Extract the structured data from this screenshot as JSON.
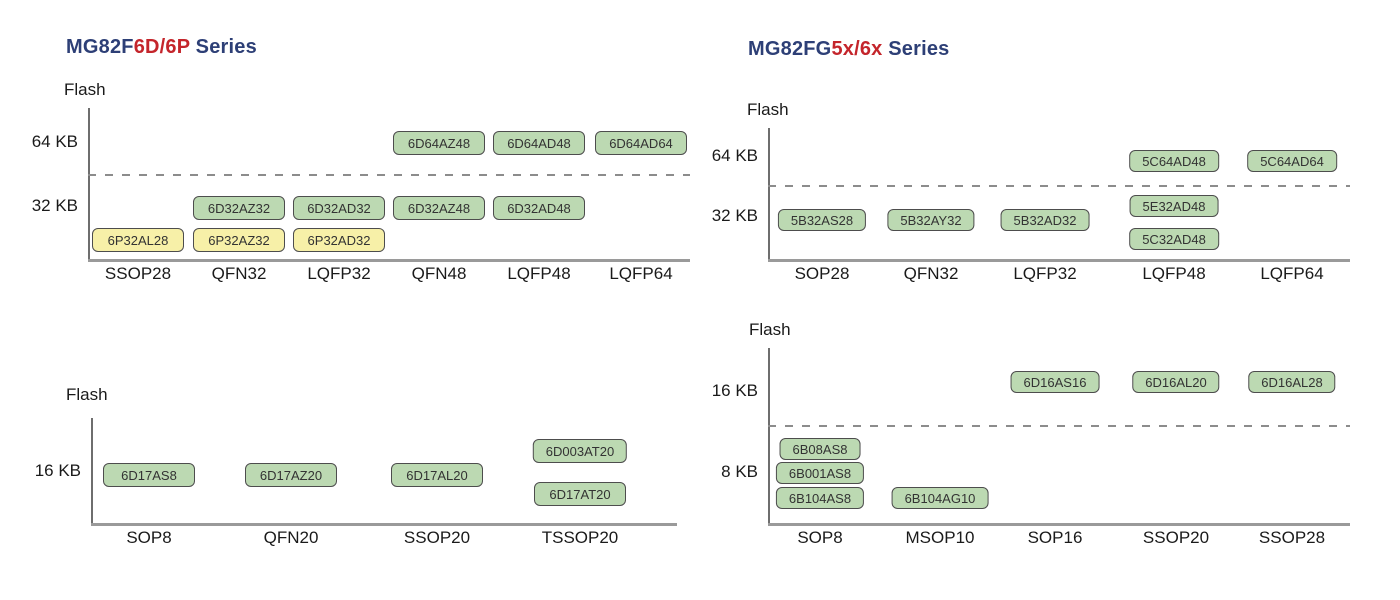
{
  "colors": {
    "title_navy": "#2D3F76",
    "title_red": "#C4252B",
    "green_box_fill": "#BCD9B2",
    "yellow_box_fill": "#F7F0A8",
    "box_border": "#4D4D4D",
    "box_text": "#333333",
    "axis_gray": "#9A9A9A",
    "dash_gray": "#8C8C8C",
    "label_black": "#1A1A1A"
  },
  "chart_data": [
    {
      "id": "tl",
      "type": "scatter",
      "title_segments": [
        {
          "text": "MG82F",
          "color": "#2D3F76"
        },
        {
          "text": "6D/6P",
          "color": "#C4252B"
        },
        {
          "text": " Series",
          "color": "#2D3F76"
        }
      ],
      "ylabel": "Flash",
      "y_ticks": [
        "64 KB",
        "32 KB"
      ],
      "categories": [
        "SSOP28",
        "QFN32",
        "LQFP32",
        "QFN48",
        "LQFP48",
        "LQFP64"
      ],
      "dashed_threshold": "between 32 KB and 64 KB",
      "legend": "green = 6D parts, yellow = 6P parts",
      "points": [
        {
          "part": "6D64AZ48",
          "package": "QFN48",
          "flash_kb": 64,
          "color": "green",
          "row": "k64"
        },
        {
          "part": "6D64AD48",
          "package": "LQFP48",
          "flash_kb": 64,
          "color": "green",
          "row": "k64"
        },
        {
          "part": "6D64AD64",
          "package": "LQFP64",
          "flash_kb": 64,
          "color": "green",
          "row": "k64"
        },
        {
          "part": "6D32AZ32",
          "package": "QFN32",
          "flash_kb": 32,
          "color": "green",
          "row": "k32"
        },
        {
          "part": "6D32AD32",
          "package": "LQFP32",
          "flash_kb": 32,
          "color": "green",
          "row": "k32"
        },
        {
          "part": "6D32AZ48",
          "package": "QFN48",
          "flash_kb": 32,
          "color": "green",
          "row": "k32"
        },
        {
          "part": "6D32AD48",
          "package": "LQFP48",
          "flash_kb": 32,
          "color": "green",
          "row": "k32"
        },
        {
          "part": "6P32AL28",
          "package": "SSOP28",
          "flash_kb": 32,
          "color": "yellow",
          "row": "k32p"
        },
        {
          "part": "6P32AZ32",
          "package": "QFN32",
          "flash_kb": 32,
          "color": "yellow",
          "row": "k32p"
        },
        {
          "part": "6P32AD32",
          "package": "LQFP32",
          "flash_kb": 32,
          "color": "yellow",
          "row": "k32p"
        }
      ]
    },
    {
      "id": "tr",
      "type": "scatter",
      "title_segments": [
        {
          "text": "MG82FG",
          "color": "#2D3F76"
        },
        {
          "text": "5x/6x",
          "color": "#C4252B"
        },
        {
          "text": " Series",
          "color": "#2D3F76"
        }
      ],
      "ylabel": "Flash",
      "y_ticks": [
        "64 KB",
        "32 KB"
      ],
      "categories": [
        "SOP28",
        "QFN32",
        "LQFP32",
        "LQFP48",
        "LQFP64"
      ],
      "dashed_threshold": "between 32 KB and 64 KB",
      "points": [
        {
          "part": "5C64AD48",
          "package": "LQFP48",
          "flash_kb": 64,
          "color": "green",
          "row": "k64"
        },
        {
          "part": "5C64AD64",
          "package": "LQFP64",
          "flash_kb": 64,
          "color": "green",
          "row": "k64"
        },
        {
          "part": "5B32AS28",
          "package": "SOP28",
          "flash_kb": 32,
          "color": "green",
          "row": "k32"
        },
        {
          "part": "5B32AY32",
          "package": "QFN32",
          "flash_kb": 32,
          "color": "green",
          "row": "k32"
        },
        {
          "part": "5B32AD32",
          "package": "LQFP32",
          "flash_kb": 32,
          "color": "green",
          "row": "k32"
        },
        {
          "part": "5E32AD48",
          "package": "LQFP48",
          "flash_kb": 32,
          "color": "green",
          "row": "k32a"
        },
        {
          "part": "5C32AD48",
          "package": "LQFP48",
          "flash_kb": 32,
          "color": "green",
          "row": "k32b"
        }
      ]
    },
    {
      "id": "bl",
      "type": "scatter",
      "title_segments": [],
      "ylabel": "Flash",
      "y_ticks": [
        "16 KB"
      ],
      "categories": [
        "SOP8",
        "QFN20",
        "SSOP20",
        "TSSOP20"
      ],
      "dashed_threshold": null,
      "points": [
        {
          "part": "6D17AS8",
          "package": "SOP8",
          "flash_kb": 16,
          "color": "green",
          "row": "k16"
        },
        {
          "part": "6D17AZ20",
          "package": "QFN20",
          "flash_kb": 16,
          "color": "green",
          "row": "k16"
        },
        {
          "part": "6D17AL20",
          "package": "SSOP20",
          "flash_kb": 16,
          "color": "green",
          "row": "k16"
        },
        {
          "part": "6D003AT20",
          "package": "TSSOP20",
          "flash_kb": 16,
          "color": "green",
          "row": "k16up"
        },
        {
          "part": "6D17AT20",
          "package": "TSSOP20",
          "flash_kb": 16,
          "color": "green",
          "row": "k16dn"
        }
      ]
    },
    {
      "id": "br",
      "type": "scatter",
      "title_segments": [],
      "ylabel": "Flash",
      "y_ticks": [
        "16 KB",
        "8 KB"
      ],
      "categories": [
        "SOP8",
        "MSOP10",
        "SOP16",
        "SSOP20",
        "SSOP28"
      ],
      "dashed_threshold": "between 8 KB and 16 KB",
      "points": [
        {
          "part": "6D16AS16",
          "package": "SOP16",
          "flash_kb": 16,
          "color": "green",
          "row": "k16"
        },
        {
          "part": "6D16AL20",
          "package": "SSOP20",
          "flash_kb": 16,
          "color": "green",
          "row": "k16"
        },
        {
          "part": "6D16AL28",
          "package": "SSOP28",
          "flash_kb": 16,
          "color": "green",
          "row": "k16"
        },
        {
          "part": "6B08AS8",
          "package": "SOP8",
          "flash_kb": 8,
          "color": "green",
          "row": "k8a"
        },
        {
          "part": "6B001AS8",
          "package": "SOP8",
          "flash_kb": 8,
          "color": "green",
          "row": "k8b"
        },
        {
          "part": "6B104AS8",
          "package": "SOP8",
          "flash_kb": 8,
          "color": "green",
          "row": "k8c"
        },
        {
          "part": "6B104AG10",
          "package": "MSOP10",
          "flash_kb": 8,
          "color": "green",
          "row": "k8c"
        }
      ]
    }
  ]
}
